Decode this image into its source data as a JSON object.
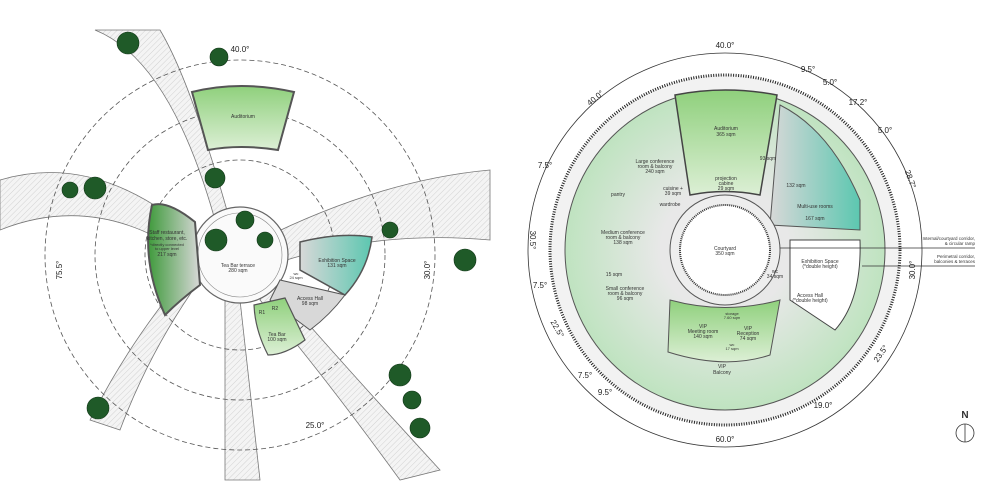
{
  "left_plan": {
    "rooms": {
      "auditorium": "Auditorium",
      "staff_restaurant": "Staff restaurant,",
      "staff_restaurant_2": "kitchen, store, etc.",
      "staff_note": "*directly connected",
      "staff_note_2": "to upper level",
      "staff_area": "217 sqm",
      "tea_bar_terrace": "Tea Bar terrace",
      "tea_bar_terrace_area": "280 sqm",
      "exhibition": "Exhibition Space",
      "exhibition_area": "131 sqm",
      "access_hall": "Access Hall",
      "access_hall_area": "98 sqm",
      "wc": "wc",
      "wc_area": "24 sqm",
      "r1": "R1",
      "r2": "R2",
      "tea_bar": "Tea Bar",
      "tea_bar_area": "100 sqm"
    },
    "dimensions": [
      "40.0°",
      "75.5°",
      "30.0°",
      "25.0°"
    ]
  },
  "right_plan": {
    "rooms": {
      "auditorium": "Auditorium",
      "auditorium_area": "365 sqm",
      "large_conf": "Large conference",
      "large_conf_2": "room & balcony",
      "large_conf_area": "240 sqm",
      "projection": "projection",
      "projection_2": "cabine",
      "projection_area": "29 sqm",
      "cuisine": "cuisine +",
      "cuisine_area": "39 sqm",
      "wardrobe": "wardrobe",
      "pantry": "pantry",
      "room_a_area": "93 sqm",
      "room_b_area": "132 sqm",
      "multi_use": "Multi-use rooms",
      "room_c_area": "167 sqm",
      "medium_conf": "Medium conference",
      "medium_conf_2": "room & balcony",
      "medium_conf_area": "138 sqm",
      "courtyard": "Courtyard",
      "courtyard_area": "350 sqm",
      "exhibition": "Exhibition Space",
      "exhibition_note": "(*double height)",
      "access_hall": "Access Hall",
      "access_hall_note": "(*double height)",
      "wc": "wc",
      "wc_area": "34 sqm",
      "small_conf": "Small conference",
      "small_conf_2": "room & balcony",
      "small_conf_area": "96 sqm",
      "pantry_small_area": "15 sqm",
      "vip_meeting": "VIP",
      "vip_meeting_2": "Meeting room",
      "vip_meeting_area": "140 sqm",
      "vip_reception": "VIP",
      "vip_reception_2": "Reception",
      "vip_reception_area": "74 sqm",
      "storage": "storage",
      "storage_area": "7.60 sqm",
      "wc_vip": "wc",
      "wc_vip_area": "17 sqm",
      "vip_balcony": "VIP",
      "vip_balcony_2": "Balcony"
    },
    "annotations": {
      "internal_corridor": "Internal/courtyard corridor,",
      "internal_corridor_2": "& circular ramp",
      "perimetral_corridor": "Perimetral corridor,",
      "perimetral_corridor_2": "balconies & terraces"
    },
    "dimensions": {
      "top": "40.0°",
      "d1": "9.5°",
      "d2": "5.0°",
      "d3": "17.2°",
      "d4": "5.0°",
      "d5": "28.7°",
      "d6": "30.0°",
      "d7": "23.5°",
      "d8": "19.0°",
      "bottom": "60.0°",
      "d9": "9.5°",
      "d10": "7.5°",
      "d11": "22.5°",
      "d12": "7.5°",
      "d13": "30.5°",
      "d14": "7.5°",
      "d15": "40.0°"
    }
  },
  "compass": {
    "label": "N"
  },
  "colors": {
    "green_dark": "#3f9a3c",
    "green_light": "#cfe7c4",
    "teal": "#5cc7b0",
    "gray": "#d6d6d6"
  }
}
